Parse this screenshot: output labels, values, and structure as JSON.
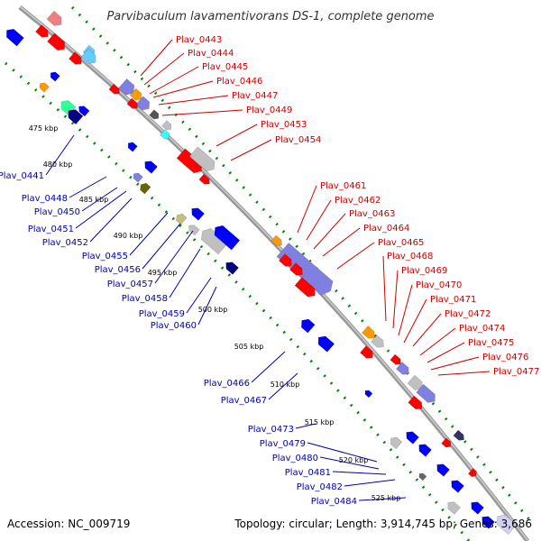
{
  "header": {
    "title": "Parvibaculum lavamentivorans DS-1, complete genome"
  },
  "footer": {
    "accession": "Accession: NC_009719",
    "summary": "Topology: circular; Length: 3,914,745 bp; Genes: 3,686"
  },
  "colors": {
    "backbone": "#888888",
    "forward_gene": "#ff0000",
    "reverse_gene": "#0000ff",
    "cog_purple": "#8080e0",
    "cog_grey": "#c0c0c0",
    "cog_orange": "#ff9900",
    "cog_cyan": "#66ccff",
    "cog_teal": "#33ff99",
    "cog_olive": "#666600",
    "cog_khaki": "#c0c080",
    "label_forward": "#cc0000",
    "label_reverse": "#0000aa",
    "orf_tick": "#008800"
  },
  "ticks": [
    "475 kbp",
    "480 kbp",
    "485 kbp",
    "490 kbp",
    "495 kbp",
    "500 kbp",
    "505 kbp",
    "510 kbp",
    "515 kbp",
    "520 kbp",
    "525 kbp"
  ],
  "forward_labels": [
    "Plav_0443",
    "Plav_0444",
    "Plav_0445",
    "Plav_0446",
    "Plav_0447",
    "Plav_0449",
    "Plav_0453",
    "Plav_0454",
    "Plav_0461",
    "Plav_0462",
    "Plav_0463",
    "Plav_0464",
    "Plav_0465",
    "Plav_0468",
    "Plav_0469",
    "Plav_0470",
    "Plav_0471",
    "Plav_0472",
    "Plav_0474",
    "Plav_0475",
    "Plav_0476",
    "Plav_0477"
  ],
  "reverse_labels": [
    "Plav_0441",
    "Plav_0448",
    "Plav_0450",
    "Plav_0451",
    "Plav_0452",
    "Plav_0455",
    "Plav_0456",
    "Plav_0457",
    "Plav_0458",
    "Plav_0459",
    "Plav_0460",
    "Plav_0466",
    "Plav_0467",
    "Plav_0473",
    "Plav_0479",
    "Plav_0480",
    "Plav_0481",
    "Plav_0482",
    "Plav_0484"
  ]
}
